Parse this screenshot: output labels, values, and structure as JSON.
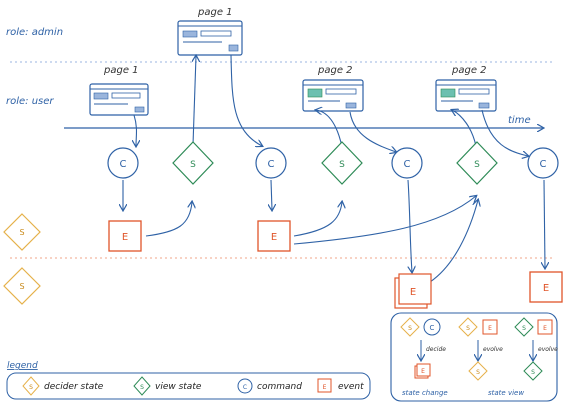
{
  "roles": {
    "admin": "role: admin",
    "user": "role: user"
  },
  "time_label": "time",
  "pages": {
    "admin_page": "page 1",
    "user_page1": "page 1",
    "user_page2a": "page 2",
    "user_page2b": "page 2"
  },
  "glyphs": {
    "command": "C",
    "view_state": "S",
    "decider_state": "S",
    "event": "E"
  },
  "legend": {
    "title": "legend",
    "decider_state": "decider state",
    "view_state": "view state",
    "command": "command",
    "event": "event"
  },
  "patterns": {
    "decide": "decide",
    "evolve_1": "evolve",
    "evolve_2": "evolve",
    "state_change": "state change",
    "state_view": "state view"
  },
  "colors": {
    "blue": "#2f62a6",
    "green": "#2e8b57",
    "orange": "#e0552a",
    "gold": "#e6b14a",
    "teal": "#6cc0b0",
    "dashed_blue": "#9bb4e0",
    "dashed_red": "#f0a58a"
  }
}
